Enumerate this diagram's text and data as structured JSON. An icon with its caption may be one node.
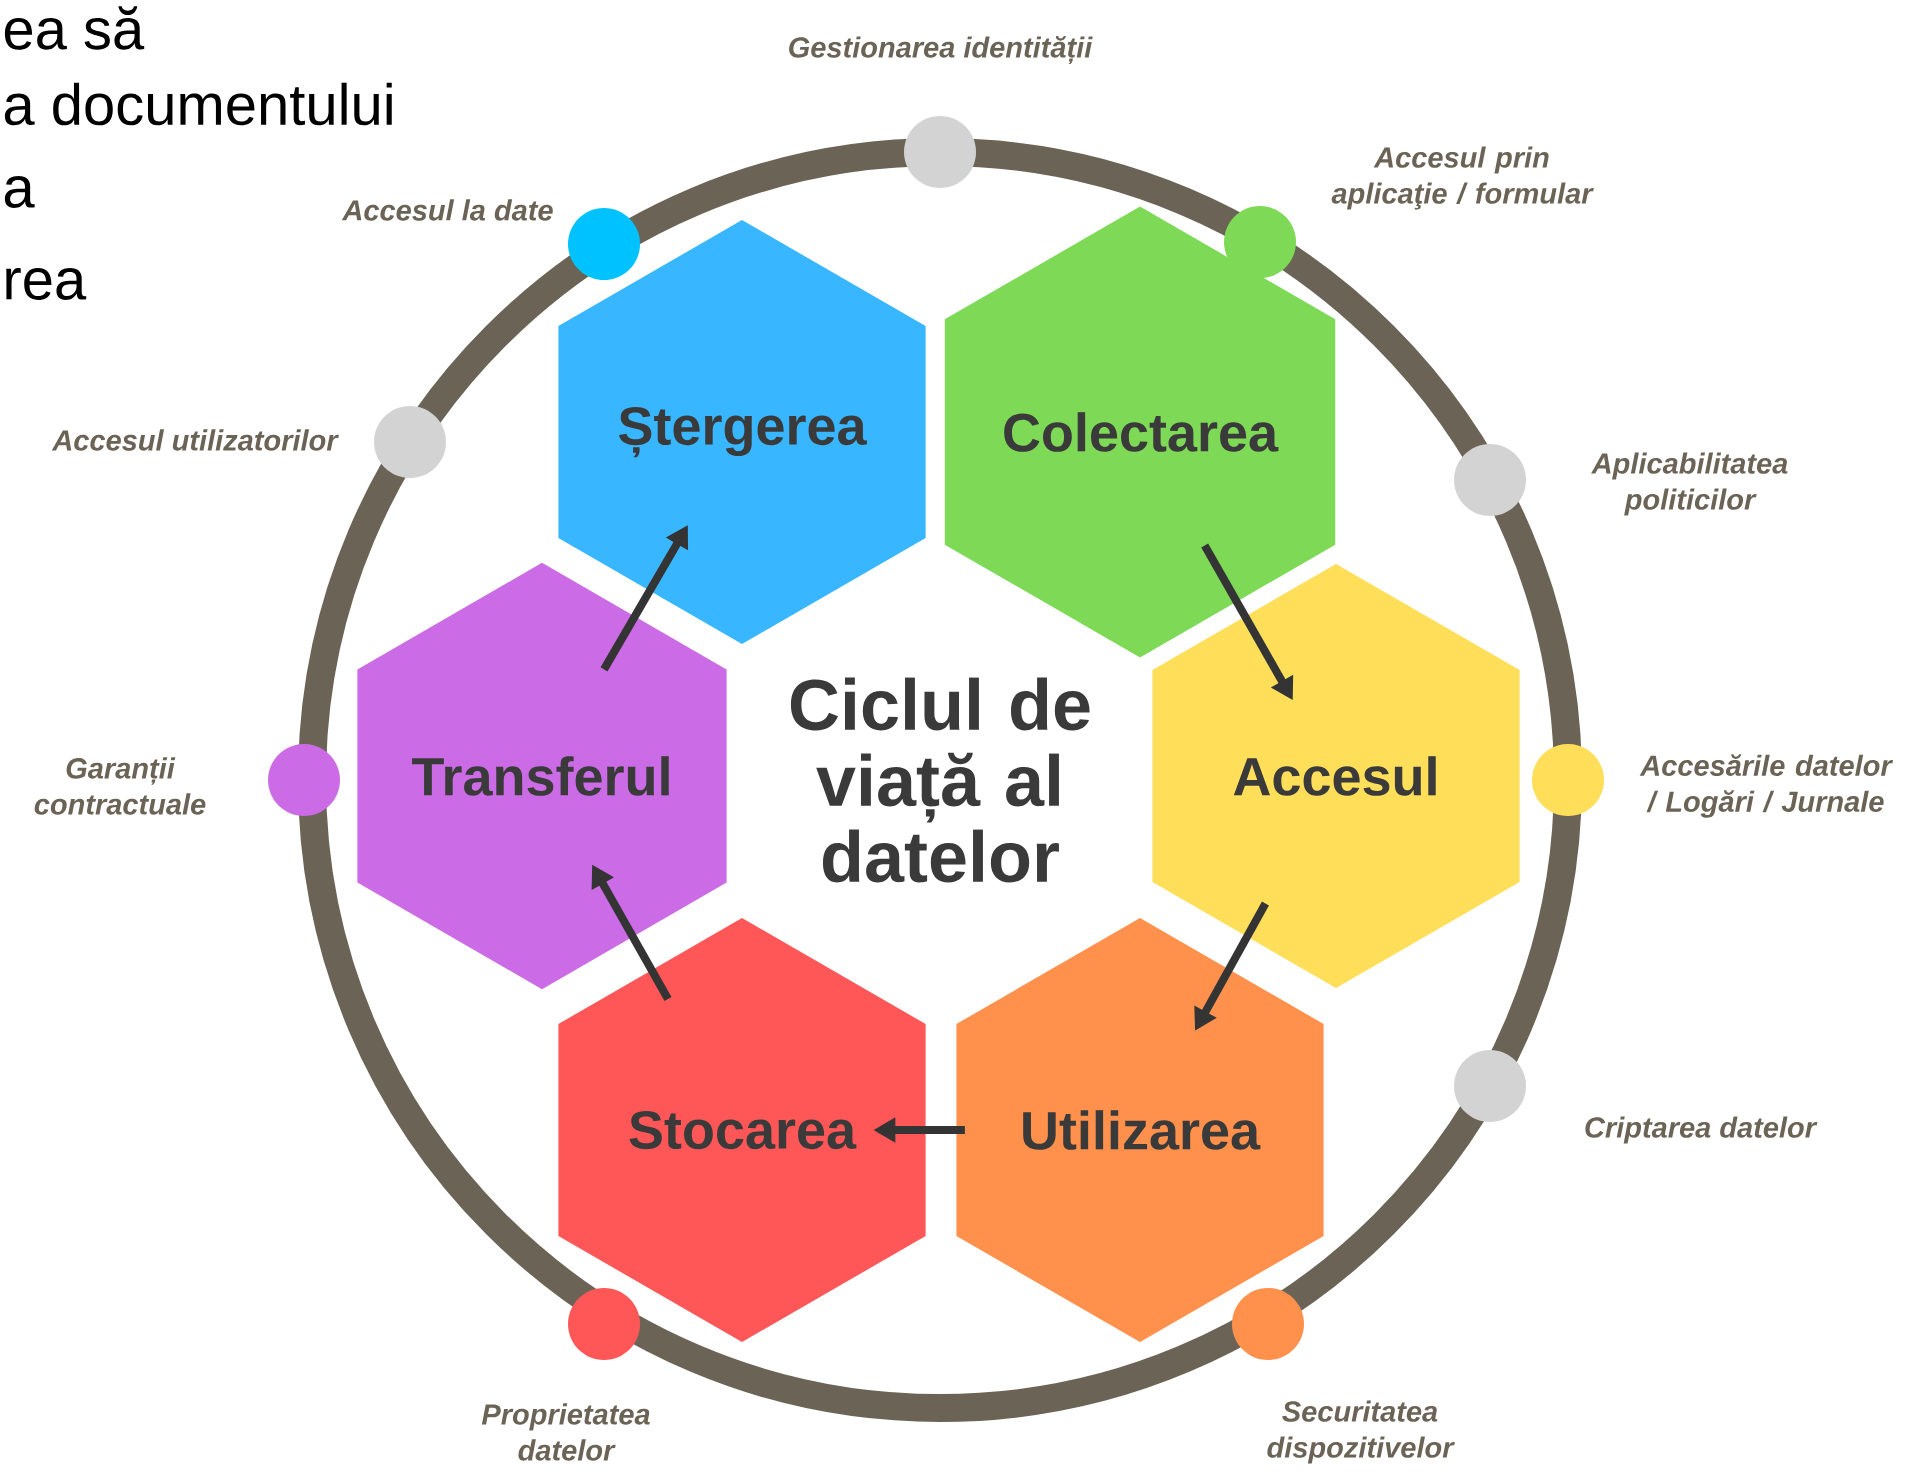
{
  "diagram": {
    "nodes": [
      {
        "text": [
          "Ștergerea"
        ]
      },
      {
        "text": [
          "Colectarea"
        ]
      },
      {
        "text": [
          "Transferul"
        ]
      },
      {
        "text": [
          "Accesul"
        ]
      },
      {
        "text": [
          "Stocarea"
        ]
      },
      {
        "text": [
          "Utilizarea"
        ]
      }
    ],
    "edges": [
      {
        "from": 1,
        "to": 3,
        "arrow": "to"
      },
      {
        "from": 3,
        "to": 5,
        "arrow": "to"
      },
      {
        "from": 5,
        "to": 4,
        "arrow": "to"
      },
      {
        "from": 4,
        "to": 2,
        "arrow": "to"
      },
      {
        "from": 2,
        "to": 0,
        "arrow": "to"
      }
    ],
    "labels": [
      "ea să",
      "a documentului",
      "a",
      "rea",
      "Gestionarea identității",
      "Accesul la date",
      "Accesul prin aplicaţie / formular",
      "Accesul utilizatorilor",
      "Aplicabilitatea politicilor",
      "Ciclul de viață al datelor",
      "Garanții contractuale",
      "Accesările datelor / Logări / Jurnale",
      "Criptarea datelor",
      "Proprietatea datelor",
      "Securitatea dispozitivelor"
    ]
  }
}
